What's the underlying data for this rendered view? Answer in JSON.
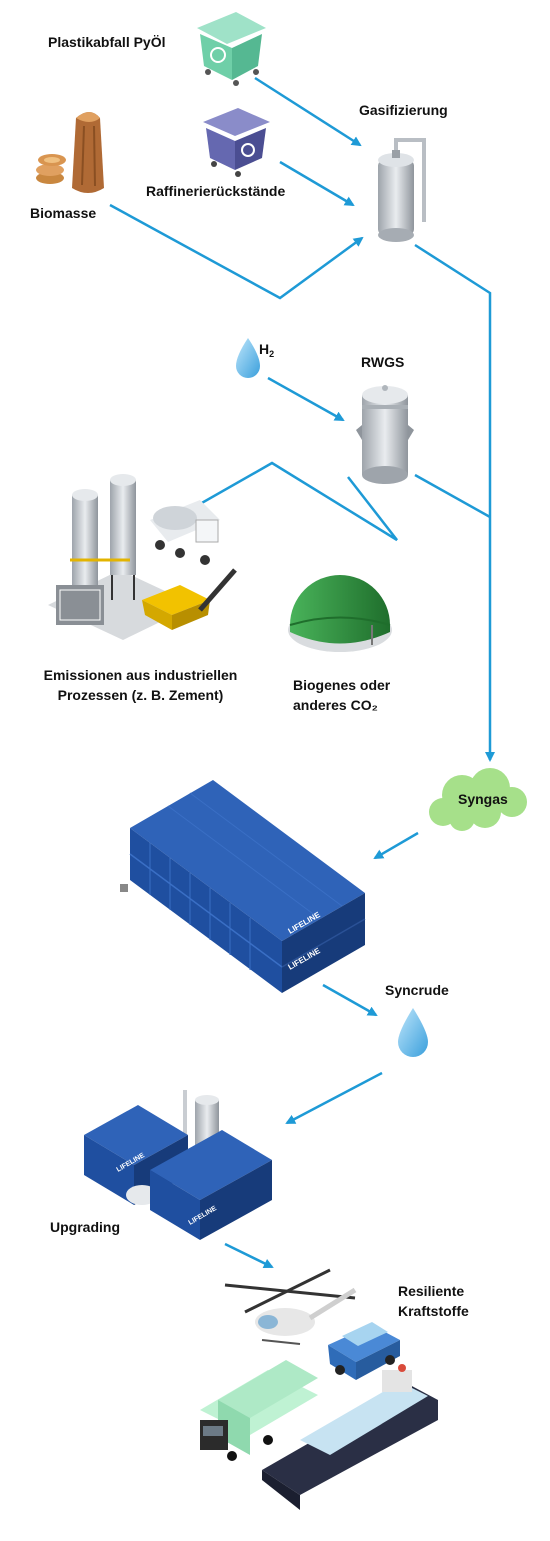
{
  "labels": {
    "plastic": "Plastikabfall PyÖl",
    "refinery": "Raffinerierückstände",
    "biomass": "Biomasse",
    "gasification": "Gasifizierung",
    "h2_symbol": "H",
    "h2_sub": "2",
    "rwgs": "RWGS",
    "industry_line1": "Emissionen aus industriellen",
    "industry_line2": "Prozessen (z. B. Zement)",
    "biogenic_line1": "Biogenes oder",
    "biogenic_line2": "anderes CO₂",
    "syngas": "Syngas",
    "syncrude": "Syncrude",
    "upgrading": "Upgrading",
    "fuels_line1": "Resiliente",
    "fuels_line2": "Kraftstoffe"
  },
  "brand": {
    "container_logo": "LIFELINE"
  },
  "colors": {
    "arrow": "#1e9ad6",
    "container": "#1f4fa0",
    "container_dark": "#173b7a",
    "green_bin": "#7fd4b4",
    "purple_bin": "#5b5ea6",
    "tank": "#c9cdd2",
    "syngas_cloud": "#a6e08a",
    "droplet": "#5bb6e8",
    "dome": "#2e8b3d"
  }
}
